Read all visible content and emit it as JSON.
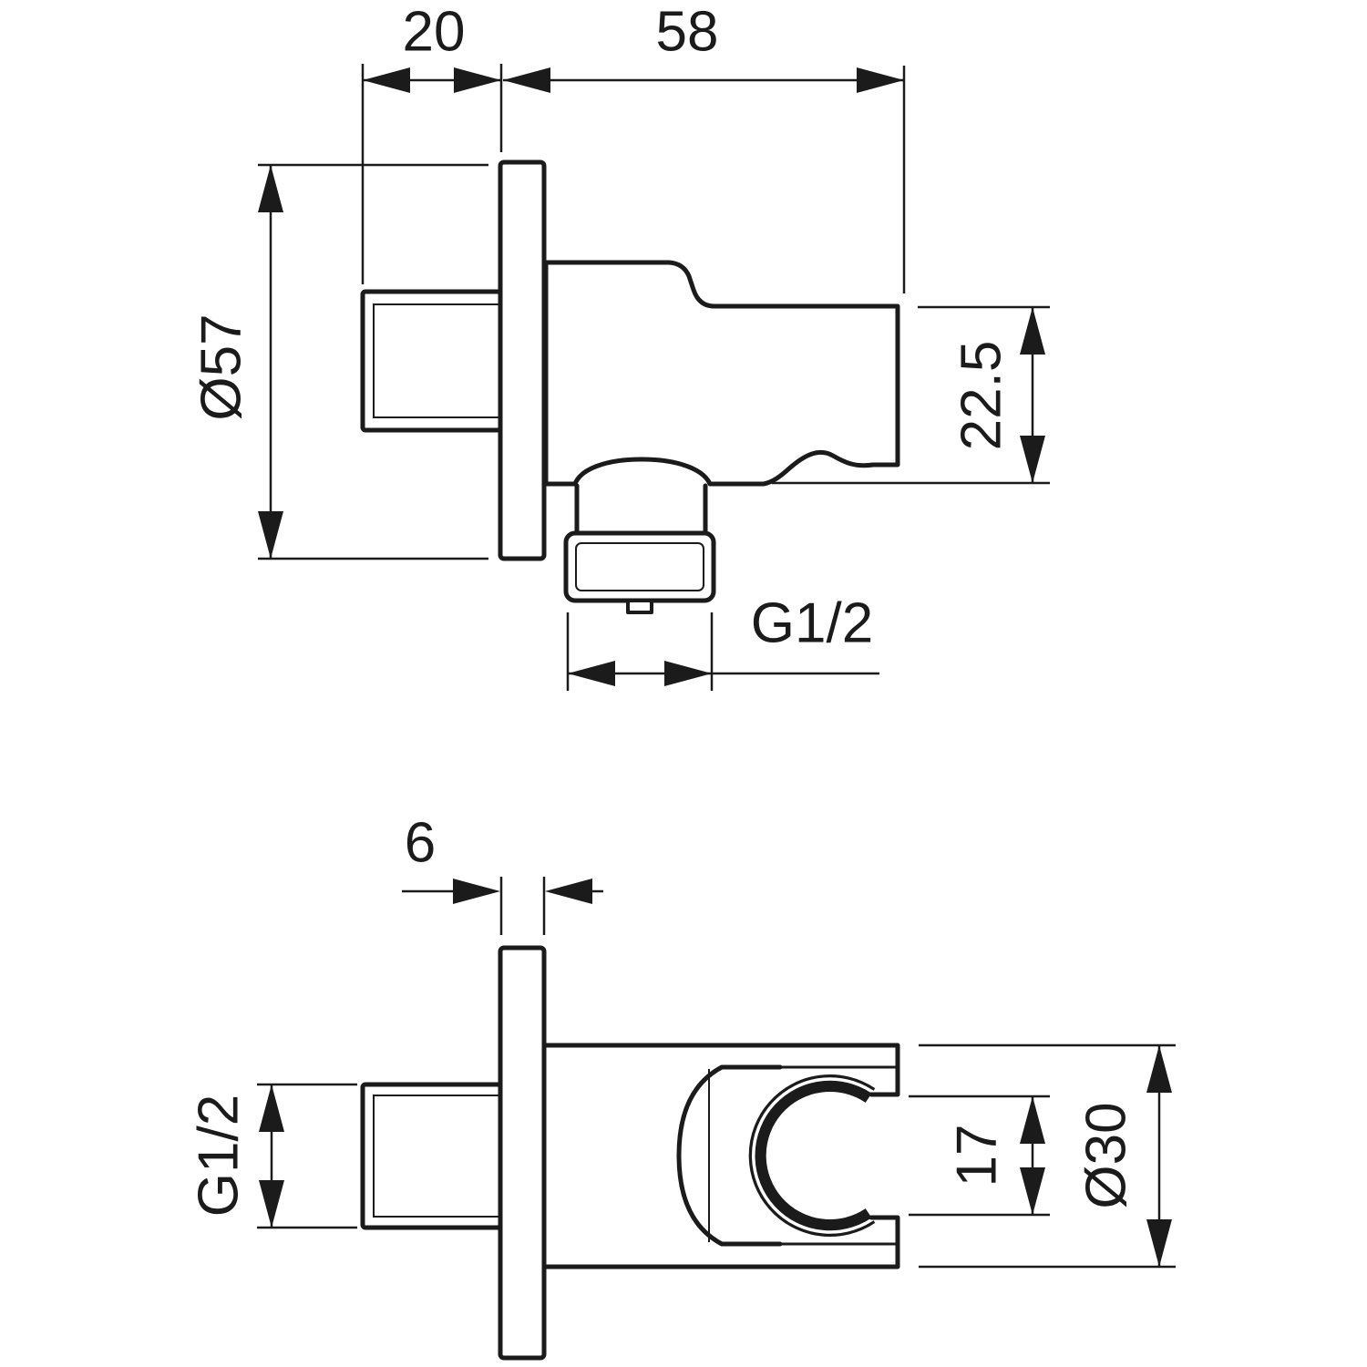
{
  "drawing": {
    "background": "#ffffff",
    "line_color": "#1b1b1b",
    "side_view": {
      "labels": {
        "thread_engagement": "20",
        "projection": "58",
        "flange_diameter": "Ø57",
        "holder_drop": "22.5",
        "outlet_thread": "G1/2"
      }
    },
    "plan_view": {
      "labels": {
        "flange_thickness": "6",
        "inlet_thread": "G1/2",
        "cradle_opening": "17",
        "holder_diameter": "Ø30"
      }
    }
  }
}
